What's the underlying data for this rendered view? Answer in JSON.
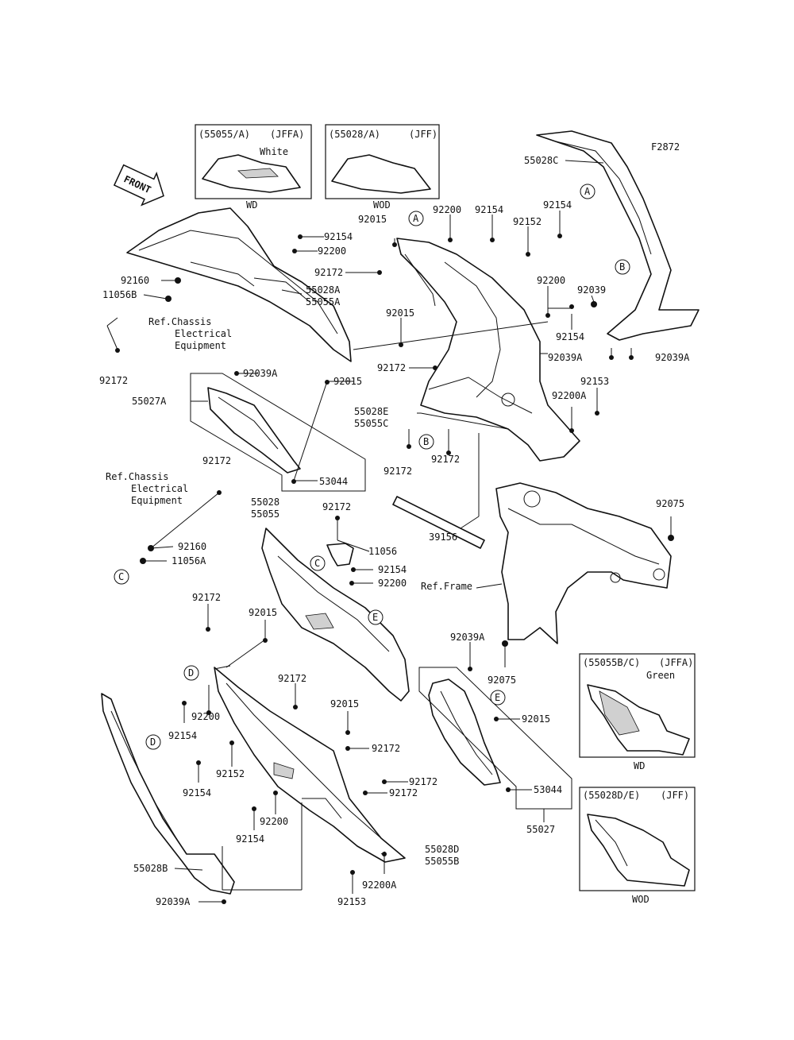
{
  "figure_code": "F2872",
  "front_label": "FRONT",
  "inset_boxes": {
    "white_cowl": {
      "code": "(55055/A)",
      "variant": "(JFFA)",
      "color_note": "White",
      "caption": "WD"
    },
    "plain_cowl": {
      "code": "(55028/A)",
      "variant": "(JFF)",
      "caption": "WOD"
    },
    "green_side": {
      "code": "(55055B/C)",
      "variant": "(JFFA)",
      "color_note": "Green",
      "caption": "WD"
    },
    "plain_side": {
      "code": "(55028D/E)",
      "variant": "(JFF)",
      "caption": "WOD"
    }
  },
  "references": {
    "chassis_1": [
      "Ref.Chassis",
      "Electrical",
      "Equipment"
    ],
    "chassis_2": [
      "Ref.Chassis",
      "Electrical",
      "Equipment"
    ],
    "frame": "Ref.Frame"
  },
  "markers": [
    "A",
    "B",
    "C",
    "D",
    "E"
  ],
  "labels": {
    "p55028C": "55028C",
    "p92200_top": "92200",
    "p92154_top1": "92154",
    "p92154_top2": "92154",
    "p92015_top": "92015",
    "p92152_top": "92152",
    "p92154_l1": "92154",
    "p92200_l1": "92200",
    "p92172_mid1": "92172",
    "p92160_1": "92160",
    "p11056B": "11056B",
    "p55028A": "55028A",
    "p55055A": "55055A",
    "p92200_r": "92200",
    "p92039": "92039",
    "p92015_mid": "92015",
    "p92154_r": "92154",
    "p92039A_r1": "92039A",
    "p92039A_r2": "92039A",
    "p92172_l": "92172",
    "p92039A_m": "92039A",
    "p92172_mid2": "92172",
    "p92015_mid2": "92015",
    "p55027A": "55027A",
    "p92153_r": "92153",
    "p92200A_r": "92200A",
    "p55028E": "55028E",
    "p55055C": "55055C",
    "p92172_b1": "92172",
    "p92172_b2": "92172",
    "p53044_1": "53044",
    "p92172_c": "92172",
    "p92075_1": "92075",
    "p55028": "55028",
    "p55055": "55055",
    "p92172_d": "92172",
    "p11056": "11056",
    "p92160_2": "92160",
    "p11056A": "11056A",
    "p92154_e": "92154",
    "p92200_e": "92200",
    "p39156": "39156",
    "p92172_f": "92172",
    "p92015_f": "92015",
    "p92039A_g": "92039A",
    "p92075_2": "92075",
    "p92172_h": "92172",
    "p92015_h": "92015",
    "p92200_h": "92200",
    "p92154_h": "92154",
    "p92015_i": "92015",
    "p92172_i": "92172",
    "p92152_i": "92152",
    "p92154_i": "92154",
    "p92172_j": "92172",
    "p92172_k": "92172",
    "p53044_2": "53044",
    "p92200_k": "92200",
    "p92154_k": "92154",
    "p55027": "55027",
    "p55028D": "55028D",
    "p55055B": "55055B",
    "p55028B": "55028B",
    "p92200A_b": "92200A",
    "p92039A_b": "92039A",
    "p92153_b": "92153"
  }
}
